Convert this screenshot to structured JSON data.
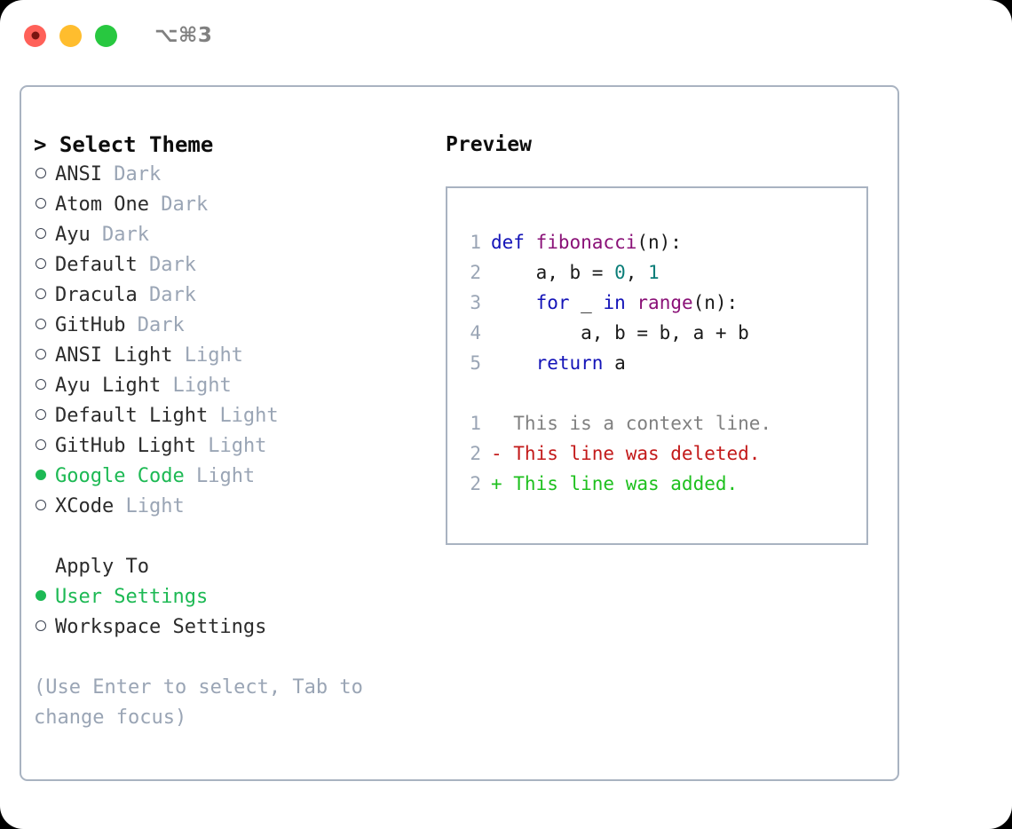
{
  "titlebar": {
    "shortcut": "⌥⌘3",
    "buttons": [
      "close",
      "minimize",
      "zoom"
    ]
  },
  "left_panel": {
    "heading": "> Select Theme",
    "themes": [
      {
        "name": "ANSI",
        "mode": "Dark",
        "selected": false
      },
      {
        "name": "Atom One",
        "mode": "Dark",
        "selected": false
      },
      {
        "name": "Ayu",
        "mode": "Dark",
        "selected": false
      },
      {
        "name": "Default",
        "mode": "Dark",
        "selected": false
      },
      {
        "name": "Dracula",
        "mode": "Dark",
        "selected": false
      },
      {
        "name": "GitHub",
        "mode": "Dark",
        "selected": false
      },
      {
        "name": "ANSI Light",
        "mode": "Light",
        "selected": false
      },
      {
        "name": "Ayu Light",
        "mode": "Light",
        "selected": false
      },
      {
        "name": "Default Light",
        "mode": "Light",
        "selected": false
      },
      {
        "name": "GitHub Light",
        "mode": "Light",
        "selected": false
      },
      {
        "name": "Google Code",
        "mode": "Light",
        "selected": true
      },
      {
        "name": "XCode",
        "mode": "Light",
        "selected": false
      }
    ],
    "apply_to_title": "Apply To",
    "apply_to_options": [
      {
        "name": "User Settings",
        "selected": true
      },
      {
        "name": "Workspace Settings",
        "selected": false
      }
    ],
    "hint": "(Use Enter to select, Tab to change focus)"
  },
  "right_panel": {
    "title": "Preview",
    "code_lines": [
      {
        "ln": "1",
        "tokens": [
          {
            "t": "def ",
            "c": "kw"
          },
          {
            "t": "fibonacci",
            "c": "fn"
          },
          {
            "t": "(n):",
            "c": "plain"
          }
        ]
      },
      {
        "ln": "2",
        "tokens": [
          {
            "t": "    a, b = ",
            "c": "plain"
          },
          {
            "t": "0",
            "c": "num"
          },
          {
            "t": ", ",
            "c": "plain"
          },
          {
            "t": "1",
            "c": "num"
          }
        ]
      },
      {
        "ln": "3",
        "tokens": [
          {
            "t": "    ",
            "c": "plain"
          },
          {
            "t": "for",
            "c": "kw"
          },
          {
            "t": " _ ",
            "c": "plain"
          },
          {
            "t": "in",
            "c": "kw"
          },
          {
            "t": " ",
            "c": "plain"
          },
          {
            "t": "range",
            "c": "fn"
          },
          {
            "t": "(n):",
            "c": "plain"
          }
        ]
      },
      {
        "ln": "4",
        "tokens": [
          {
            "t": "        a, b = b, a + b",
            "c": "plain"
          }
        ]
      },
      {
        "ln": "5",
        "tokens": [
          {
            "t": "    ",
            "c": "plain"
          },
          {
            "t": "return",
            "c": "kw"
          },
          {
            "t": " a",
            "c": "plain"
          }
        ]
      }
    ],
    "diff_lines": [
      {
        "ln": "1",
        "tokens": [
          {
            "t": "  This is a context line.",
            "c": "ctx"
          }
        ]
      },
      {
        "ln": "2",
        "tokens": [
          {
            "t": "- This line was deleted.",
            "c": "del"
          }
        ]
      },
      {
        "ln": "2",
        "tokens": [
          {
            "t": "+ This line was added.",
            "c": "add"
          }
        ]
      }
    ]
  },
  "colors": {
    "accent_green": "#1db954",
    "muted": "#9aa5b5",
    "border": "#a9b3c1",
    "keyword": "#1414b8",
    "function": "#8a1177",
    "number": "#0a7d78",
    "diff_deleted": "#c31a1a",
    "diff_added": "#1ec01e"
  }
}
